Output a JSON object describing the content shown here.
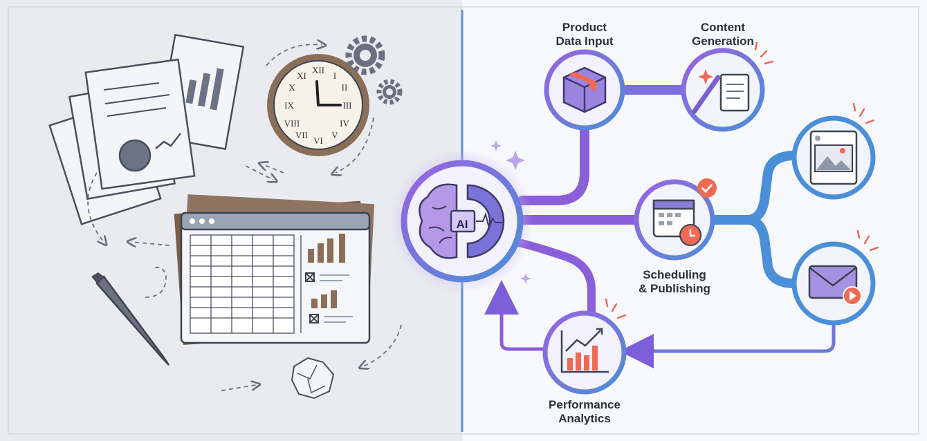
{
  "colors": {
    "left_bg": "#e9ebf0",
    "right_bg": "#f7f8fb",
    "purple": "#8a5fd9",
    "blue": "#4b8fd8",
    "ink": "#3d4350",
    "accent": "#ef6a54"
  },
  "hub": {
    "label": "AI",
    "icon": "brain-chip-gear-icon"
  },
  "nodes": {
    "product": {
      "line1": "Product",
      "line2": "Data Input",
      "icon": "package-box-icon"
    },
    "content": {
      "line1": "Content",
      "line2": "Generation",
      "icon": "magic-wand-document-icon"
    },
    "scheduling": {
      "line1": "Scheduling",
      "line2": "& Publishing",
      "icon": "calendar-clock-icon"
    },
    "social": {
      "icon": "image-post-icon"
    },
    "email": {
      "icon": "envelope-play-icon"
    },
    "analytics": {
      "line1": "Performance",
      "line2": "Analytics",
      "icon": "bar-chart-trend-icon"
    }
  },
  "left_panel": {
    "items": [
      "documents-icon",
      "clock-icon",
      "gears-icon",
      "spreadsheet-window-icon",
      "pen-icon",
      "crumpled-paper-icon"
    ]
  }
}
